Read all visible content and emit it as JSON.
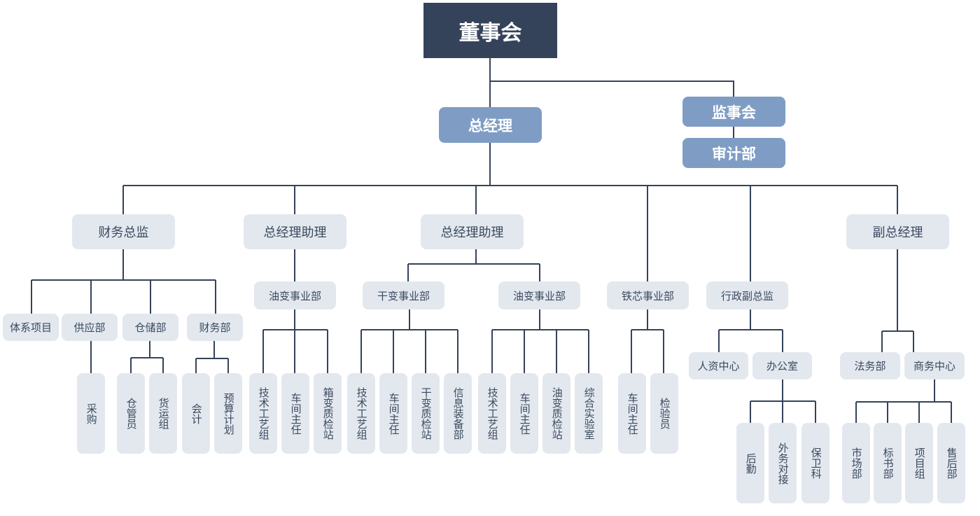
{
  "top": "董事会",
  "gm": "总经理",
  "supervisors": "监事会",
  "audit": "审计部",
  "level2": [
    "财务总监",
    "总经理助理",
    "总经理助理",
    "副总经理"
  ],
  "cfo_units": [
    "体系项目",
    "供应部",
    "仓储部",
    "财务部"
  ],
  "cfo_leaves": [
    "采购",
    "仓管员",
    "货运组",
    "会计",
    "预算计划"
  ],
  "asst1_unit": "油变事业部",
  "asst1_leaves": [
    "技术工艺组",
    "车间主任",
    "箱变质检站"
  ],
  "asst2_units": [
    "干变事业部",
    "油变事业部"
  ],
  "dry_leaves": [
    "技术工艺组",
    "车间主任",
    "干变质检站",
    "信息装备部"
  ],
  "oil_leaves": [
    "技术工艺组",
    "车间主任",
    "油变质检站",
    "综合实验室"
  ],
  "core_unit": "铁芯事业部",
  "core_leaves": [
    "车间主任",
    "检验员"
  ],
  "admin_unit": "行政副总监",
  "admin_subs": [
    "人资中心",
    "办公室"
  ],
  "office_leaves": [
    "后勤",
    "外务对接",
    "保卫科"
  ],
  "vp_subs": [
    "法务部",
    "商务中心"
  ],
  "biz_leaves": [
    "市场部",
    "标书部",
    "项目组",
    "售后部"
  ]
}
